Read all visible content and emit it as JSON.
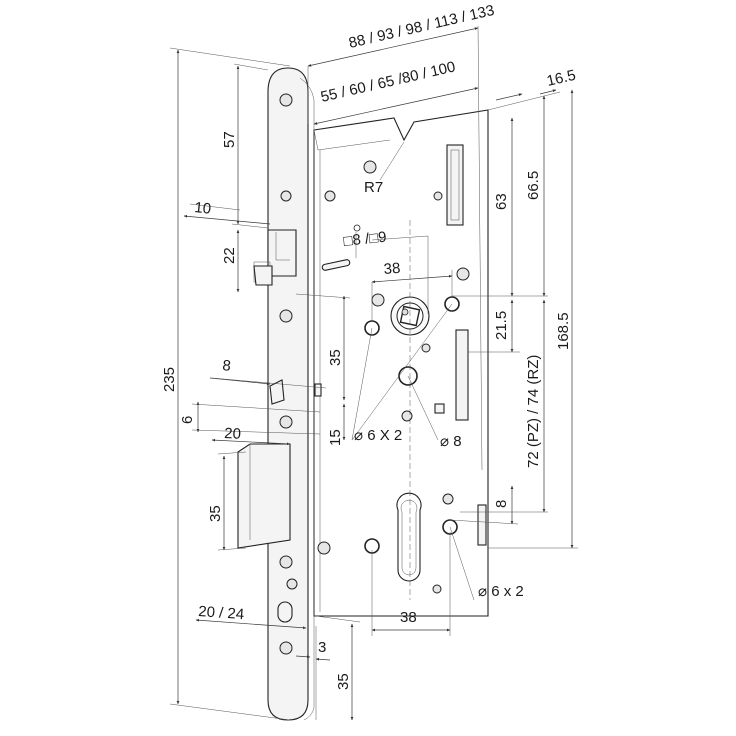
{
  "drawing": {
    "top_widths": "88 / 93 / 98 / 113 / 133",
    "backset": "55 / 60 / 65 /80 / 100",
    "case_depth": "16.5",
    "faceplate_top": "57",
    "radius": "R7",
    "latch_width": "10",
    "latch_height": "22",
    "square": "□8 /□9",
    "follower_spacing": "38",
    "cam_offset": "63",
    "case_top_offset": "66.5",
    "follower_to_case": "21.5",
    "follower_to_cylinder": "72 (PZ) / 74 (RZ)",
    "case_height": "168.5",
    "faceplate_length": "235",
    "aux_width": "8",
    "aux_height": "6",
    "latch_to_aux": "35",
    "aux_to_bolt": "15",
    "bolt_width": "20",
    "fix_holes_top": "⌀ 6 X 2",
    "screw_hole": "⌀ 8",
    "bolt_height": "35",
    "cylinder_spacing": "8",
    "fix_holes_bottom": "⌀ 6 x 2",
    "cylinder_holes_spacing": "38",
    "faceplate_width": "20 / 24",
    "faceplate_thickness": "3",
    "bottom_offset": "35"
  }
}
